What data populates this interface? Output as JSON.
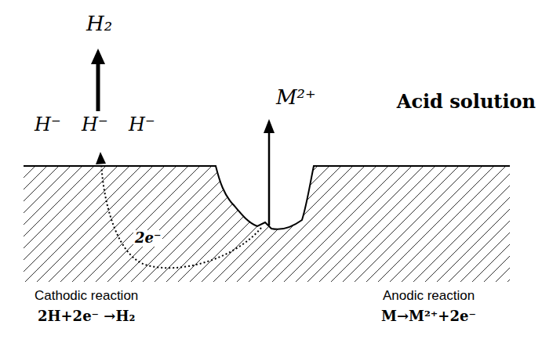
{
  "diagram": {
    "labels": [
      "H₂",
      "M²⁺",
      "Acid solution",
      "H⁻",
      "H⁻",
      "H⁻",
      "2e⁻",
      "Cathodic reaction",
      "2H+2e⁻ →H₂",
      "Anodic reaction",
      "M→M²⁺+2e⁻"
    ]
  }
}
